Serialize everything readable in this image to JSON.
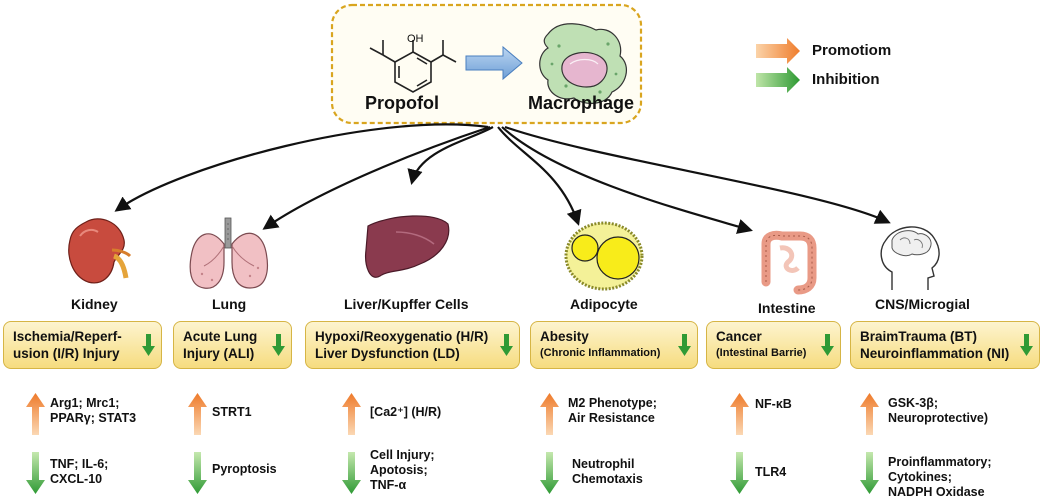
{
  "header": {
    "drug_label": "Propofol",
    "cell_label": "Macrophage",
    "oh_label": "OH"
  },
  "legend": {
    "promotion": "Promotiom",
    "inhibition": "Inhibition",
    "promotion_color": "#f28a3a",
    "inhibition_color": "#3da53a"
  },
  "columns": [
    {
      "organ": "Kidney",
      "icon": "kidney-icon",
      "box_lines": [
        "Ischemia/Reperf-",
        "usion (I/R) Injury"
      ],
      "box_small": "",
      "up": [
        "Arg1; Mrc1;",
        "PPARγ; STAT3"
      ],
      "down": [
        "TNF; IL-6;",
        "CXCL-10"
      ]
    },
    {
      "organ": "Lung",
      "icon": "lung-icon",
      "box_lines": [
        "Acute Lung",
        "Injury (ALI)"
      ],
      "box_small": "",
      "up": [
        "STRT1"
      ],
      "down": [
        "Pyroptosis"
      ]
    },
    {
      "organ": "Liver/Kupffer Cells",
      "icon": "liver-icon",
      "box_lines": [
        "Hypoxi/Reoxygenatio (H/R)",
        "Liver Dysfunction (LD)"
      ],
      "box_small": "",
      "up": [
        "[Ca2⁺] (H/R)"
      ],
      "down": [
        "Cell Injury;",
        "Apotosis;",
        "TNF-α"
      ]
    },
    {
      "organ": "Adipocyte",
      "icon": "adipocyte-icon",
      "box_lines": [
        "Abesity"
      ],
      "box_small": "(Chronic Inflammation)",
      "up": [
        "M2 Phenotype;",
        "Air Resistance"
      ],
      "down": [
        "Neutrophil",
        "Chemotaxis"
      ]
    },
    {
      "organ": "Intestine",
      "icon": "intestine-icon",
      "box_lines": [
        "Cancer"
      ],
      "box_small": "(Intestinal Barrie)",
      "up": [
        "NF-κB"
      ],
      "down": [
        "TLR4"
      ]
    },
    {
      "organ": "CNS/Microgial",
      "icon": "brain-head-icon",
      "box_lines": [
        "BraimTrauma (BT)",
        "Neuroinflammation (NI)"
      ],
      "box_small": "",
      "up": [
        "GSK-3β;",
        "Neuroprotective)"
      ],
      "down": [
        "Proinflammatory;",
        "Cytokines;",
        "NADPH Oxidase"
      ]
    }
  ]
}
